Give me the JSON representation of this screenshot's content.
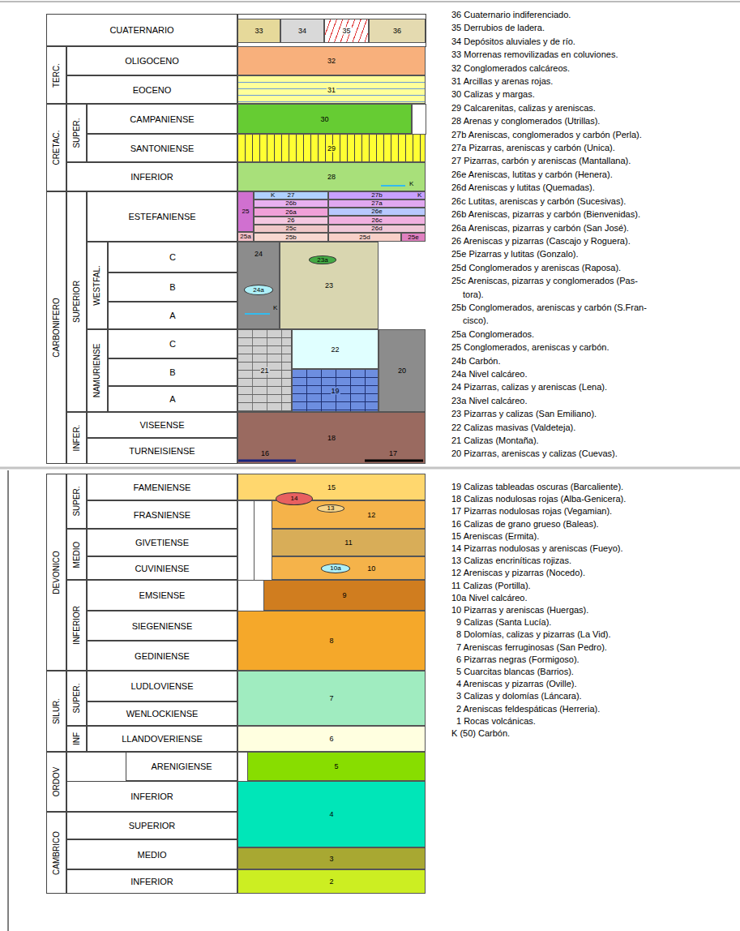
{
  "diagram": {
    "nodes": [
      {
        "text": [
          "CUATERNARIO"
        ]
      },
      {
        "text": [
          "TERC."
        ]
      },
      {
        "text": [
          "OLIGOCENO"
        ]
      },
      {
        "text": [
          "EOCENO"
        ]
      },
      {
        "text": [
          "CRETAC."
        ]
      },
      {
        "text": [
          "SUPER."
        ]
      },
      {
        "text": [
          "CAMPANIENSE"
        ]
      },
      {
        "text": [
          "SANTONIENSE"
        ]
      },
      {
        "text": [
          "INFERIOR"
        ]
      },
      {
        "text": [
          "CARBONIFERO"
        ]
      },
      {
        "text": [
          "SUPERIOR"
        ]
      },
      {
        "text": [
          "ESTEFANIENSE"
        ]
      },
      {
        "text": [
          "WESTFAL."
        ]
      },
      {
        "text": [
          "C"
        ]
      },
      {
        "text": [
          "B"
        ]
      },
      {
        "text": [
          "A"
        ]
      },
      {
        "text": [
          "NAMURIENSE"
        ]
      },
      {
        "text": [
          "C"
        ]
      },
      {
        "text": [
          "B"
        ]
      },
      {
        "text": [
          "A"
        ]
      },
      {
        "text": [
          "INFER."
        ]
      },
      {
        "text": [
          "VISEENSE"
        ]
      },
      {
        "text": [
          "TURNEISIENSE"
        ]
      },
      {
        "text": [
          "DEVONICO"
        ]
      },
      {
        "text": [
          "SUPER."
        ]
      },
      {
        "text": [
          "FAMENIENSE"
        ]
      },
      {
        "text": [
          "FRASNIENSE"
        ]
      },
      {
        "text": [
          "MEDIO"
        ]
      },
      {
        "text": [
          "GIVETIENSE"
        ]
      },
      {
        "text": [
          "CUVINIENSE"
        ]
      },
      {
        "text": [
          "INFERIOR"
        ]
      },
      {
        "text": [
          "EMSIENSE"
        ]
      },
      {
        "text": [
          "SIEGENIENSE"
        ]
      },
      {
        "text": [
          "GEDINIENSE"
        ]
      },
      {
        "text": [
          "SILUR."
        ]
      },
      {
        "text": [
          "SUPER."
        ]
      },
      {
        "text": [
          "LUDLOVIENSE"
        ]
      },
      {
        "text": [
          "WENLOCKIENSE"
        ]
      },
      {
        "text": [
          "INF"
        ]
      },
      {
        "text": [
          "LLANDOVERIENSE"
        ]
      },
      {
        "text": [
          "ORDOV"
        ]
      },
      {
        "text": [
          "ARENIGIENSE"
        ]
      },
      {
        "text": [
          "INFERIOR"
        ]
      },
      {
        "text": [
          "CAMBRICO"
        ]
      },
      {
        "text": [
          "SUPERIOR"
        ]
      },
      {
        "text": [
          "MEDIO"
        ]
      },
      {
        "text": [
          "INFERIOR"
        ]
      },
      {
        "text": [
          "33"
        ]
      },
      {
        "text": [
          "34"
        ]
      },
      {
        "text": [
          "35"
        ]
      },
      {
        "text": [
          "36"
        ]
      },
      {
        "text": [
          "32"
        ]
      },
      {
        "text": [
          "31"
        ]
      },
      {
        "text": [
          "30"
        ]
      },
      {
        "text": [
          "29"
        ]
      },
      {
        "text": [
          "28"
        ]
      },
      {
        "text": [
          "25"
        ]
      },
      {
        "text": [
          "25a"
        ]
      },
      {
        "text": [
          "27"
        ]
      },
      {
        "text": [
          "26b"
        ]
      },
      {
        "text": [
          "26a"
        ]
      },
      {
        "text": [
          "26"
        ]
      },
      {
        "text": [
          "25c"
        ]
      },
      {
        "text": [
          "25b"
        ]
      },
      {
        "text": [
          "27b"
        ]
      },
      {
        "text": [
          "27a"
        ]
      },
      {
        "text": [
          "26e"
        ]
      },
      {
        "text": [
          "26c"
        ]
      },
      {
        "text": [
          "26d"
        ]
      },
      {
        "text": [
          "25d"
        ]
      },
      {
        "text": [
          "25e"
        ]
      },
      {
        "text": [
          "24"
        ]
      },
      {
        "text": [
          "24a"
        ],
        "in": 71
      },
      {
        "text": [
          "23"
        ]
      },
      {
        "text": [
          "23a"
        ],
        "in": 73
      },
      {
        "text": [
          "22"
        ]
      },
      {
        "text": [
          "21"
        ]
      },
      {
        "text": [
          "19"
        ]
      },
      {
        "text": [
          "20"
        ]
      },
      {
        "text": [
          "18"
        ]
      },
      {
        "text": [
          "15"
        ]
      },
      {
        "text": [
          "12"
        ]
      },
      {
        "text": [
          "14"
        ]
      },
      {
        "text": [
          "13"
        ],
        "in": 81
      },
      {
        "text": [
          "11"
        ]
      },
      {
        "text": [
          "10"
        ]
      },
      {
        "text": [
          "10a"
        ],
        "in": 85
      },
      {
        "text": [
          "9"
        ]
      },
      {
        "text": [
          "8"
        ]
      },
      {
        "text": [
          "7"
        ]
      },
      {
        "text": [
          "6"
        ]
      },
      {
        "text": [
          "5"
        ]
      },
      {
        "text": [
          "4"
        ]
      },
      {
        "text": [
          "3"
        ]
      },
      {
        "text": [
          "2"
        ]
      }
    ],
    "labels": [
      "K",
      "K",
      "K",
      "K",
      "16",
      "17",
      "36 Cuaternario indiferenciado.",
      "35 Derrubios de ladera.",
      "34 Depósitos aluviales y de río.",
      "33 Morrenas removilizadas en coluviones.",
      "32 Conglomerados calcáreos.",
      "31 Arcillas y arenas rojas.",
      "30 Calizas y margas.",
      "29 Calcarenitas, calizas y areniscas.",
      "28 Arenas y conglomerados (Utrillas).",
      "27b Areniscas, conglomerados y carbón (Perla).",
      "27a Pizarras, areniscas y carbón (Unica).",
      "27 Pizarras, carbón y areniscas (Mantallana).",
      "26e Areniscas, lutitas y carbón (Henera).",
      "26d Areniscas y lutitas (Quemadas).",
      "26c Lutitas, areniscas y carbón (Sucesivas).",
      "26b Areniscas, pizarras y carbón (Bienvenidas).",
      "26a Areniscas, pizarras y carbón (San José).",
      "26 Areniscas y pizarras (Cascajo y Roguera).",
      "25e Pizarras y lutitas (Gonzalo).",
      "25d Conglomerados y areniscas (Raposa).",
      "25c Areniscas, pizarras y conglomerados (Pas- tora).",
      "25b Conglomerados, areniscas y carbón (S.Fran- cisco).",
      "25a Conglomerados.",
      "25 Conglomerados, areniscas y carbón.",
      "24b Carbón.",
      "24a Nivel calcáreo.",
      "24 Pizarras, calizas y areniscas (Lena).",
      "23a Nivel calcáreo.",
      "23 Pizarras y calizas (San Emiliano).",
      "22 Calizas masivas (Valdeteja).",
      "21 Calizas (Montaña).",
      "20 Pizarras, areniscas y calizas (Cuevas).",
      "19 Calizas tableadas oscuras (Barcaliente).",
      "18 Calizas nodulosas rojas (Alba-Genicera).",
      "17 Pizarras nodulosas rojas (Vegamian).",
      "16 Calizas de grano grueso (Baleas).",
      "15 Areniscas (Ermita).",
      "14 Pizarras nodulosas y areniscas (Fueyo).",
      "13 Calizas encriníticas rojizas.",
      "12 Areniscas y pizarras (Nocedo).",
      "11 Calizas (Portilla).",
      "10a Nivel calcáreo.",
      "10 Pizarras y areniscas (Huergas).",
      "9 Calizas (Santa Lucía).",
      "8 Dolomías, calizas y pizarras (La Vid).",
      "7 Areniscas ferruginosas (San Pedro).",
      "6 Pizarras negras (Formigoso).",
      "5 Cuarcitas blancas (Barrios).",
      "4 Areniscas y pizarras (Oville).",
      "3 Calizas y dolomías (Láncara).",
      "2 Areniscas feldespáticas (Herreria).",
      "1 Rocas volcánicas.",
      "K (50) Carbón."
    ]
  }
}
